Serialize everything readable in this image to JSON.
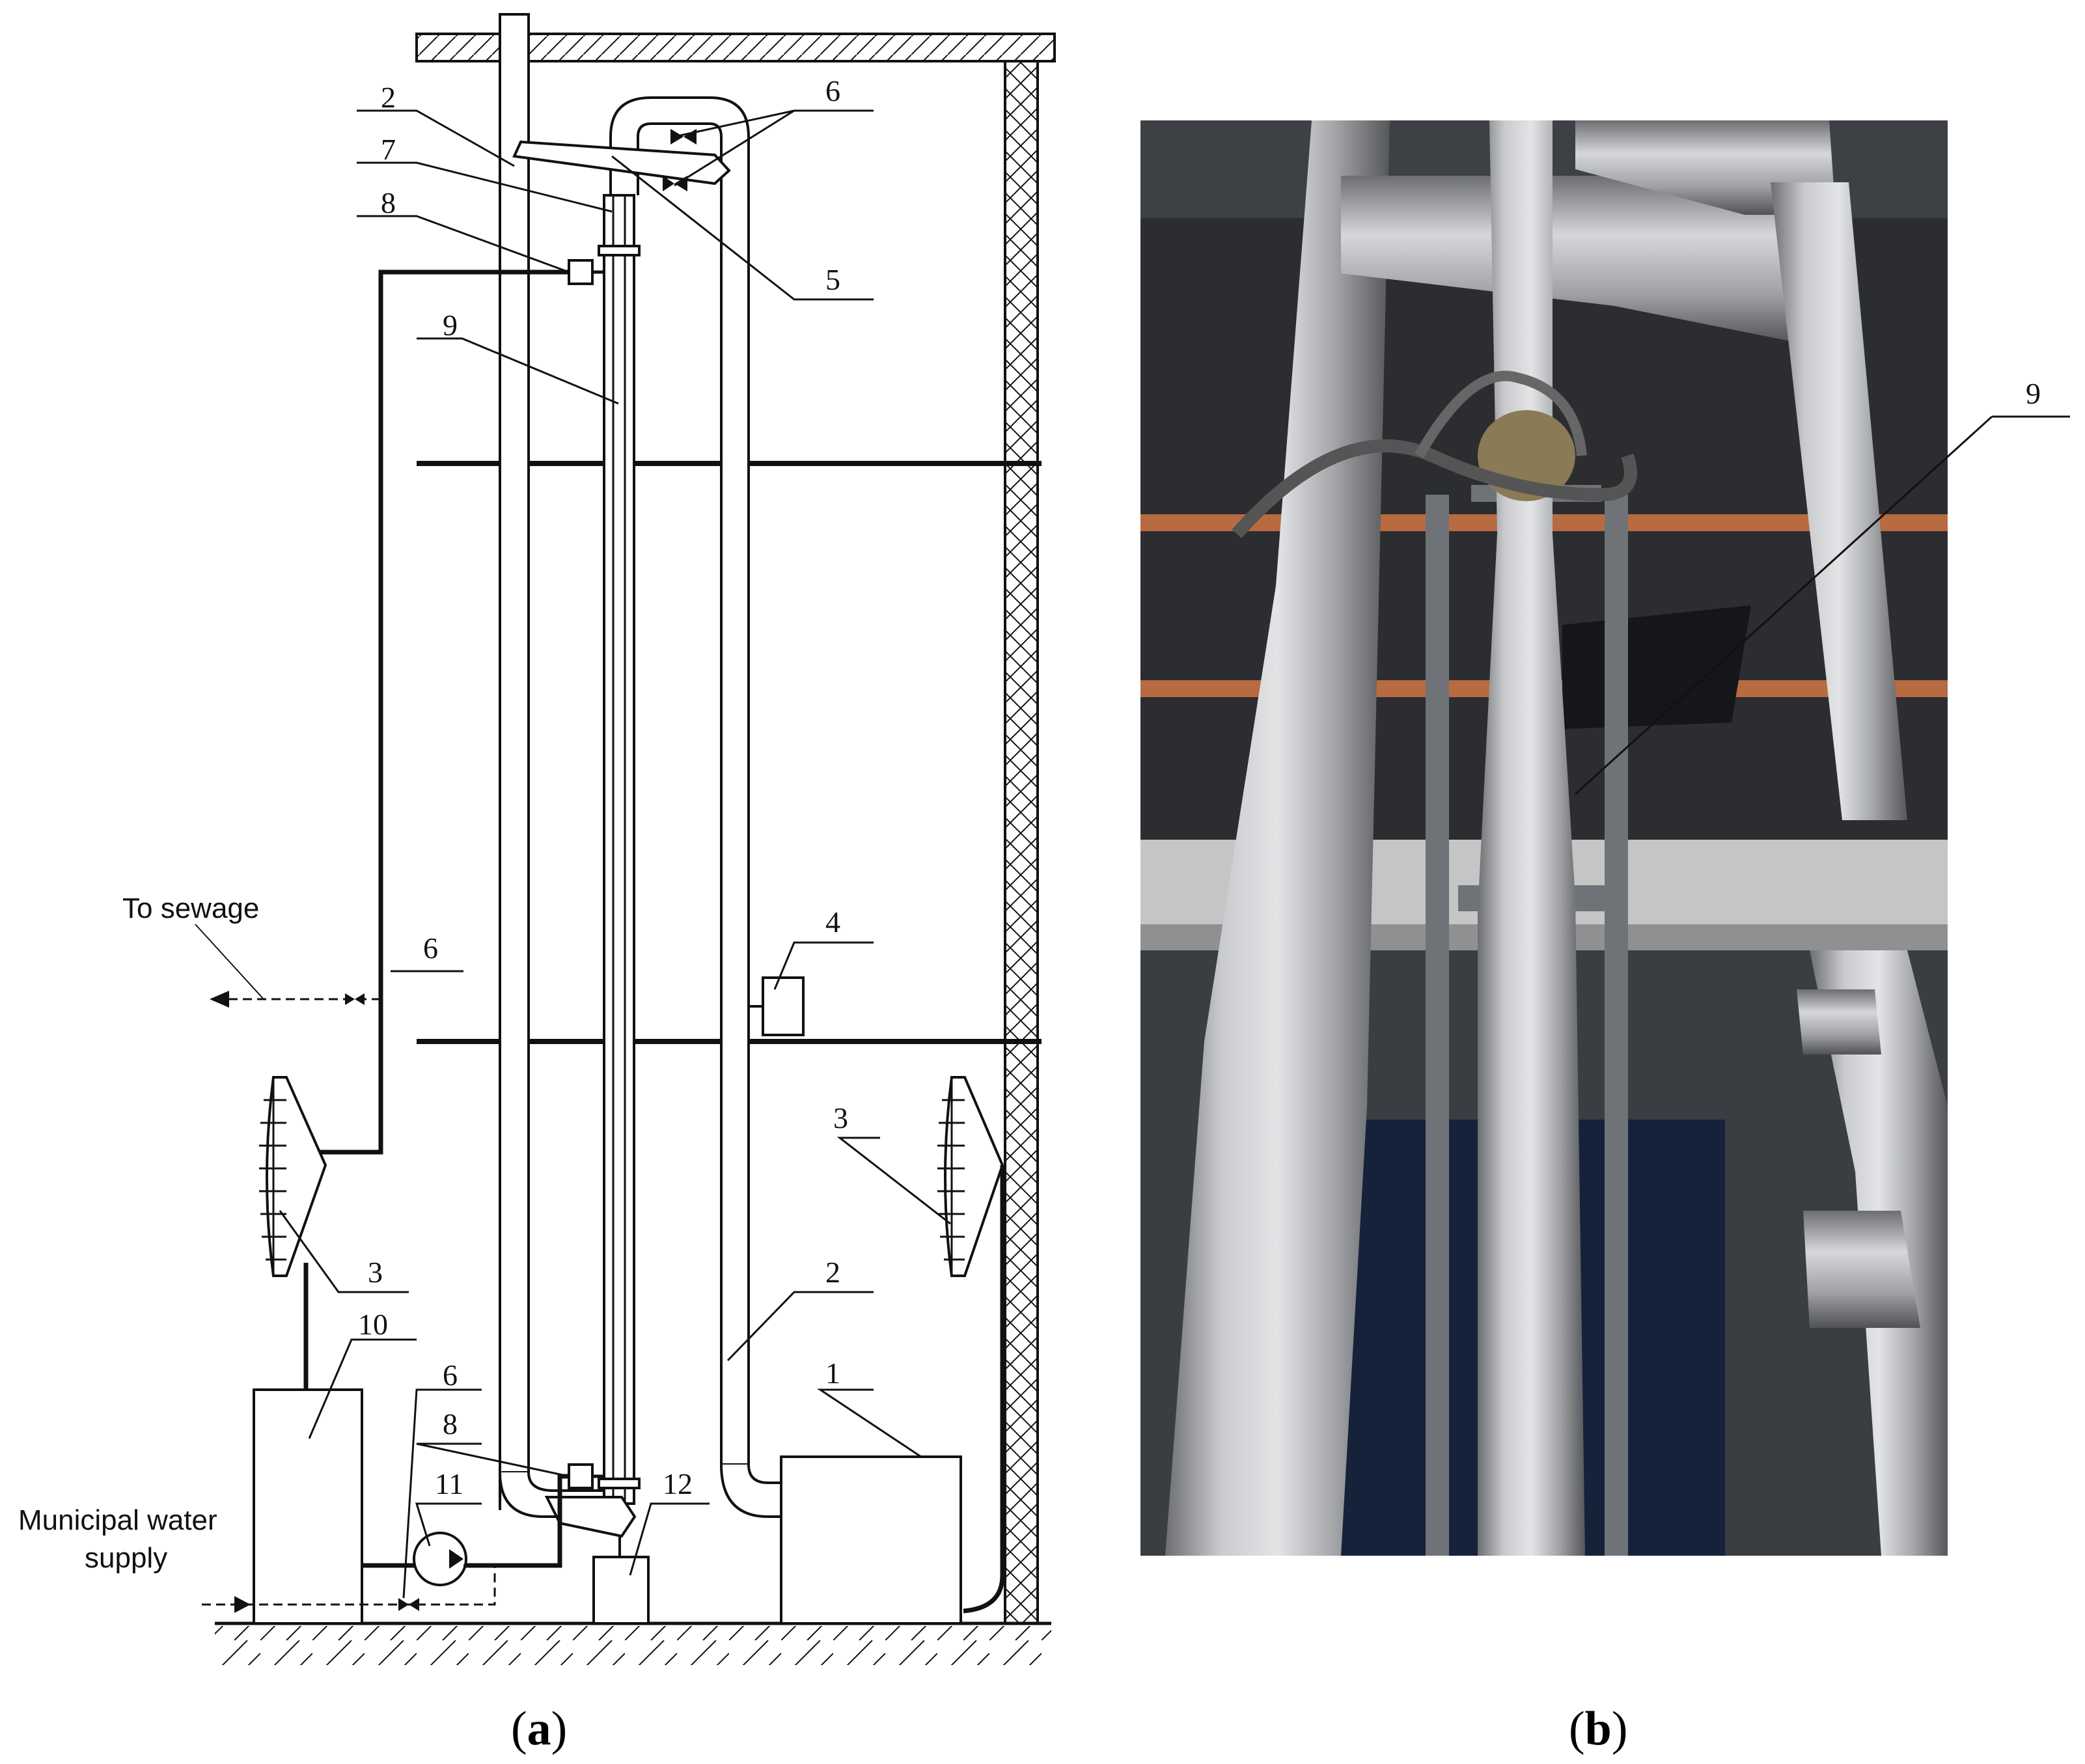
{
  "panel_a": {
    "caption_letter": "a",
    "labels": {
      "l2_top": "2",
      "l7": "7",
      "l8_top": "8",
      "l6_top": "6",
      "l5": "5",
      "l9": "9",
      "l4": "4",
      "l6_left": "6",
      "l3_left": "3",
      "l3_right": "3",
      "l2_right": "2",
      "l10": "10",
      "l6_bottom": "6",
      "l8_bottom": "8",
      "l11": "11",
      "l12": "12",
      "l1": "1"
    },
    "sewage_text": "To sewage",
    "water_text_line1": "Municipal water",
    "water_text_line2": "supply"
  },
  "panel_b": {
    "caption_letter": "b",
    "label_9": "9"
  },
  "colors": {
    "line": "#111111",
    "photo_dark": "#2b2d31",
    "insulation": "#a9abae",
    "orange_rail": "#b86a40",
    "gray_post": "#6f7377",
    "cabinet": "#16223a"
  }
}
